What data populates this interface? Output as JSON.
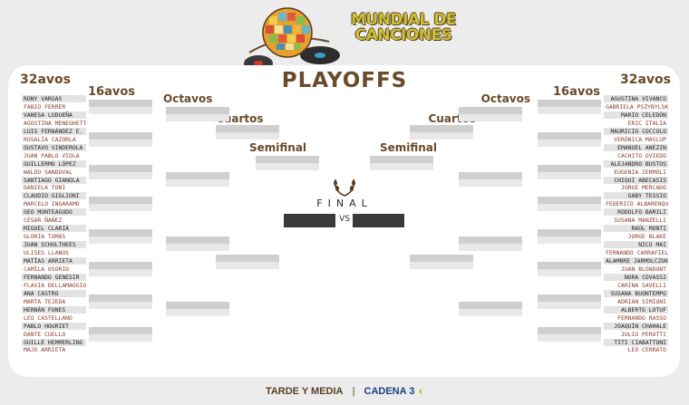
{
  "header": {
    "logo_line1": "MUNDIAL DE",
    "logo_line2": "CANCIONES",
    "title": "PLAYOFFS"
  },
  "rounds": {
    "r32": "32avos",
    "r16": "16avos",
    "octavos": "Octavos",
    "cuartos": "Cuartos",
    "semifinal": "Semifinal"
  },
  "final": {
    "label": "FINAL",
    "vs": "VS"
  },
  "left_32": [
    "RONY VARGAS",
    "FABIO FERRER",
    "VANESA LUDUEÑA",
    "AGOSTINA MENEGHETTI",
    "LUIS FERNÁNDEZ E.",
    "ROSALÍA CAZORLA",
    "GUSTAVO VINDEROLA",
    "JUAN PABLO VIOLA",
    "GUILLERMO LÓPEZ",
    "WALDO SANDOVAL",
    "SANTIAGO GIANOLA",
    "DANIELA TONI",
    "CLAUDIO GIGLIONI",
    "MARCELO INGARAMO",
    "GEO MONTEAGUDO",
    "CÉSAR ÑAÑEZ",
    "MIGUEL CLARIÁ",
    "GLORIA TOMÁS",
    "JUAN SCHULTHEES",
    "ULISES LLANOS",
    "MATÍAS ARRIETA",
    "CAMILA OSORIO",
    "FERNANDO GENESIR",
    "FLAVIA DELLAMAGGIORE",
    "ANA CASTRO",
    "MARTA TEJEDA",
    "HERNÁN FUNES",
    "LEO CASTELLANO",
    "PABLO HOURIET",
    "DANTE CUELLO",
    "GUILLE HEMMERLING",
    "MAJO ARRIETA"
  ],
  "right_32": [
    "AGUSTINA VIVANCO",
    "GABRIELA PSZYBYLSKI",
    "MARIO CELEDÓN",
    "ERIC ITALIA",
    "MAURICIO COCCOLO",
    "VERÓNICA MASLUP",
    "EMANUEL ANEZIN",
    "CACHITO OVIEDO",
    "ALEJANDRO BUSTOS",
    "EUGENIA IERMOLI",
    "CHIQUI ABECASIS",
    "JORGE MERCADO",
    "GABY TESSIO",
    "FEDERICO ALBARENQUE",
    "RODOLFO BARILI",
    "SUSANA MANZELLI",
    "RAÚL MONTI",
    "JORGE BLAKE",
    "NICO MAI",
    "FERNANDO CARRAFIELLO",
    "ALAMBRE JARMOLCZUK",
    "JUAN BLONDONT",
    "NORA COVASSI",
    "CARINA SAVELLI",
    "SUSANA BUONTEMPO",
    "ADRIÁN SIMIONI",
    "ALBERTO LOTUF",
    "FERNANDO RASSO",
    "JOAQUÍN CHAHALE",
    "JULIO PEROTTI",
    "TITI CIABATTONI",
    "LEO CERRATO"
  ],
  "footer": {
    "brand1": "TARDE Y MEDIA",
    "separator": "|",
    "brand2": "CADENA 3",
    "brand2_mark": "◖"
  }
}
